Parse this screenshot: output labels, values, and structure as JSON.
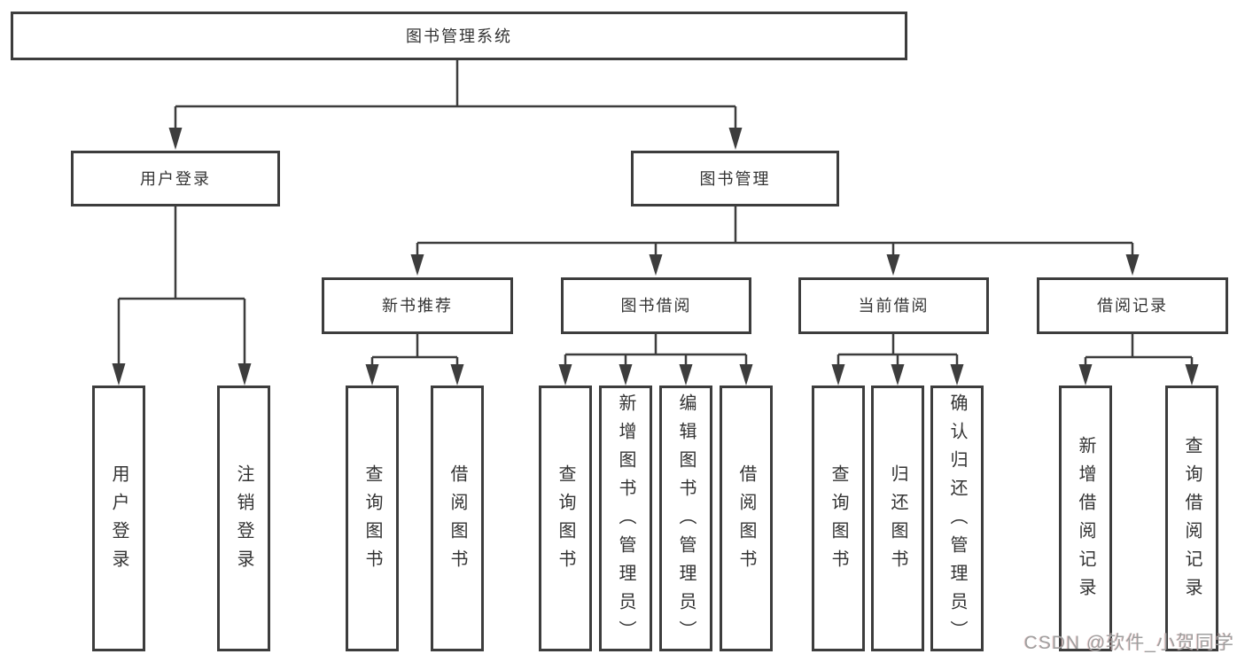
{
  "tree": {
    "root": "图书管理系统",
    "branches": [
      {
        "label": "用户登录",
        "leaves": [
          "用户登录",
          "注销登录"
        ]
      },
      {
        "label": "图书管理",
        "groups": [
          {
            "label": "新书推荐",
            "leaves": [
              "查询图书",
              "借阅图书"
            ]
          },
          {
            "label": "图书借阅",
            "leaves": [
              "查询图书",
              "新增图书（管理员）",
              "编辑图书（管理员）",
              "借阅图书"
            ]
          },
          {
            "label": "当前借阅",
            "leaves": [
              "查询图书",
              "归还图书",
              "确认归还（管理员）"
            ]
          },
          {
            "label": "借阅记录",
            "leaves": [
              "新增借阅记录",
              "查询借阅记录"
            ]
          }
        ]
      }
    ]
  },
  "watermark": "CSDN @软件_小贺同学",
  "colors": {
    "line": "#3d3d3d",
    "text": "#333333",
    "watermark": "#9f9f9f",
    "background": "#ffffff"
  }
}
